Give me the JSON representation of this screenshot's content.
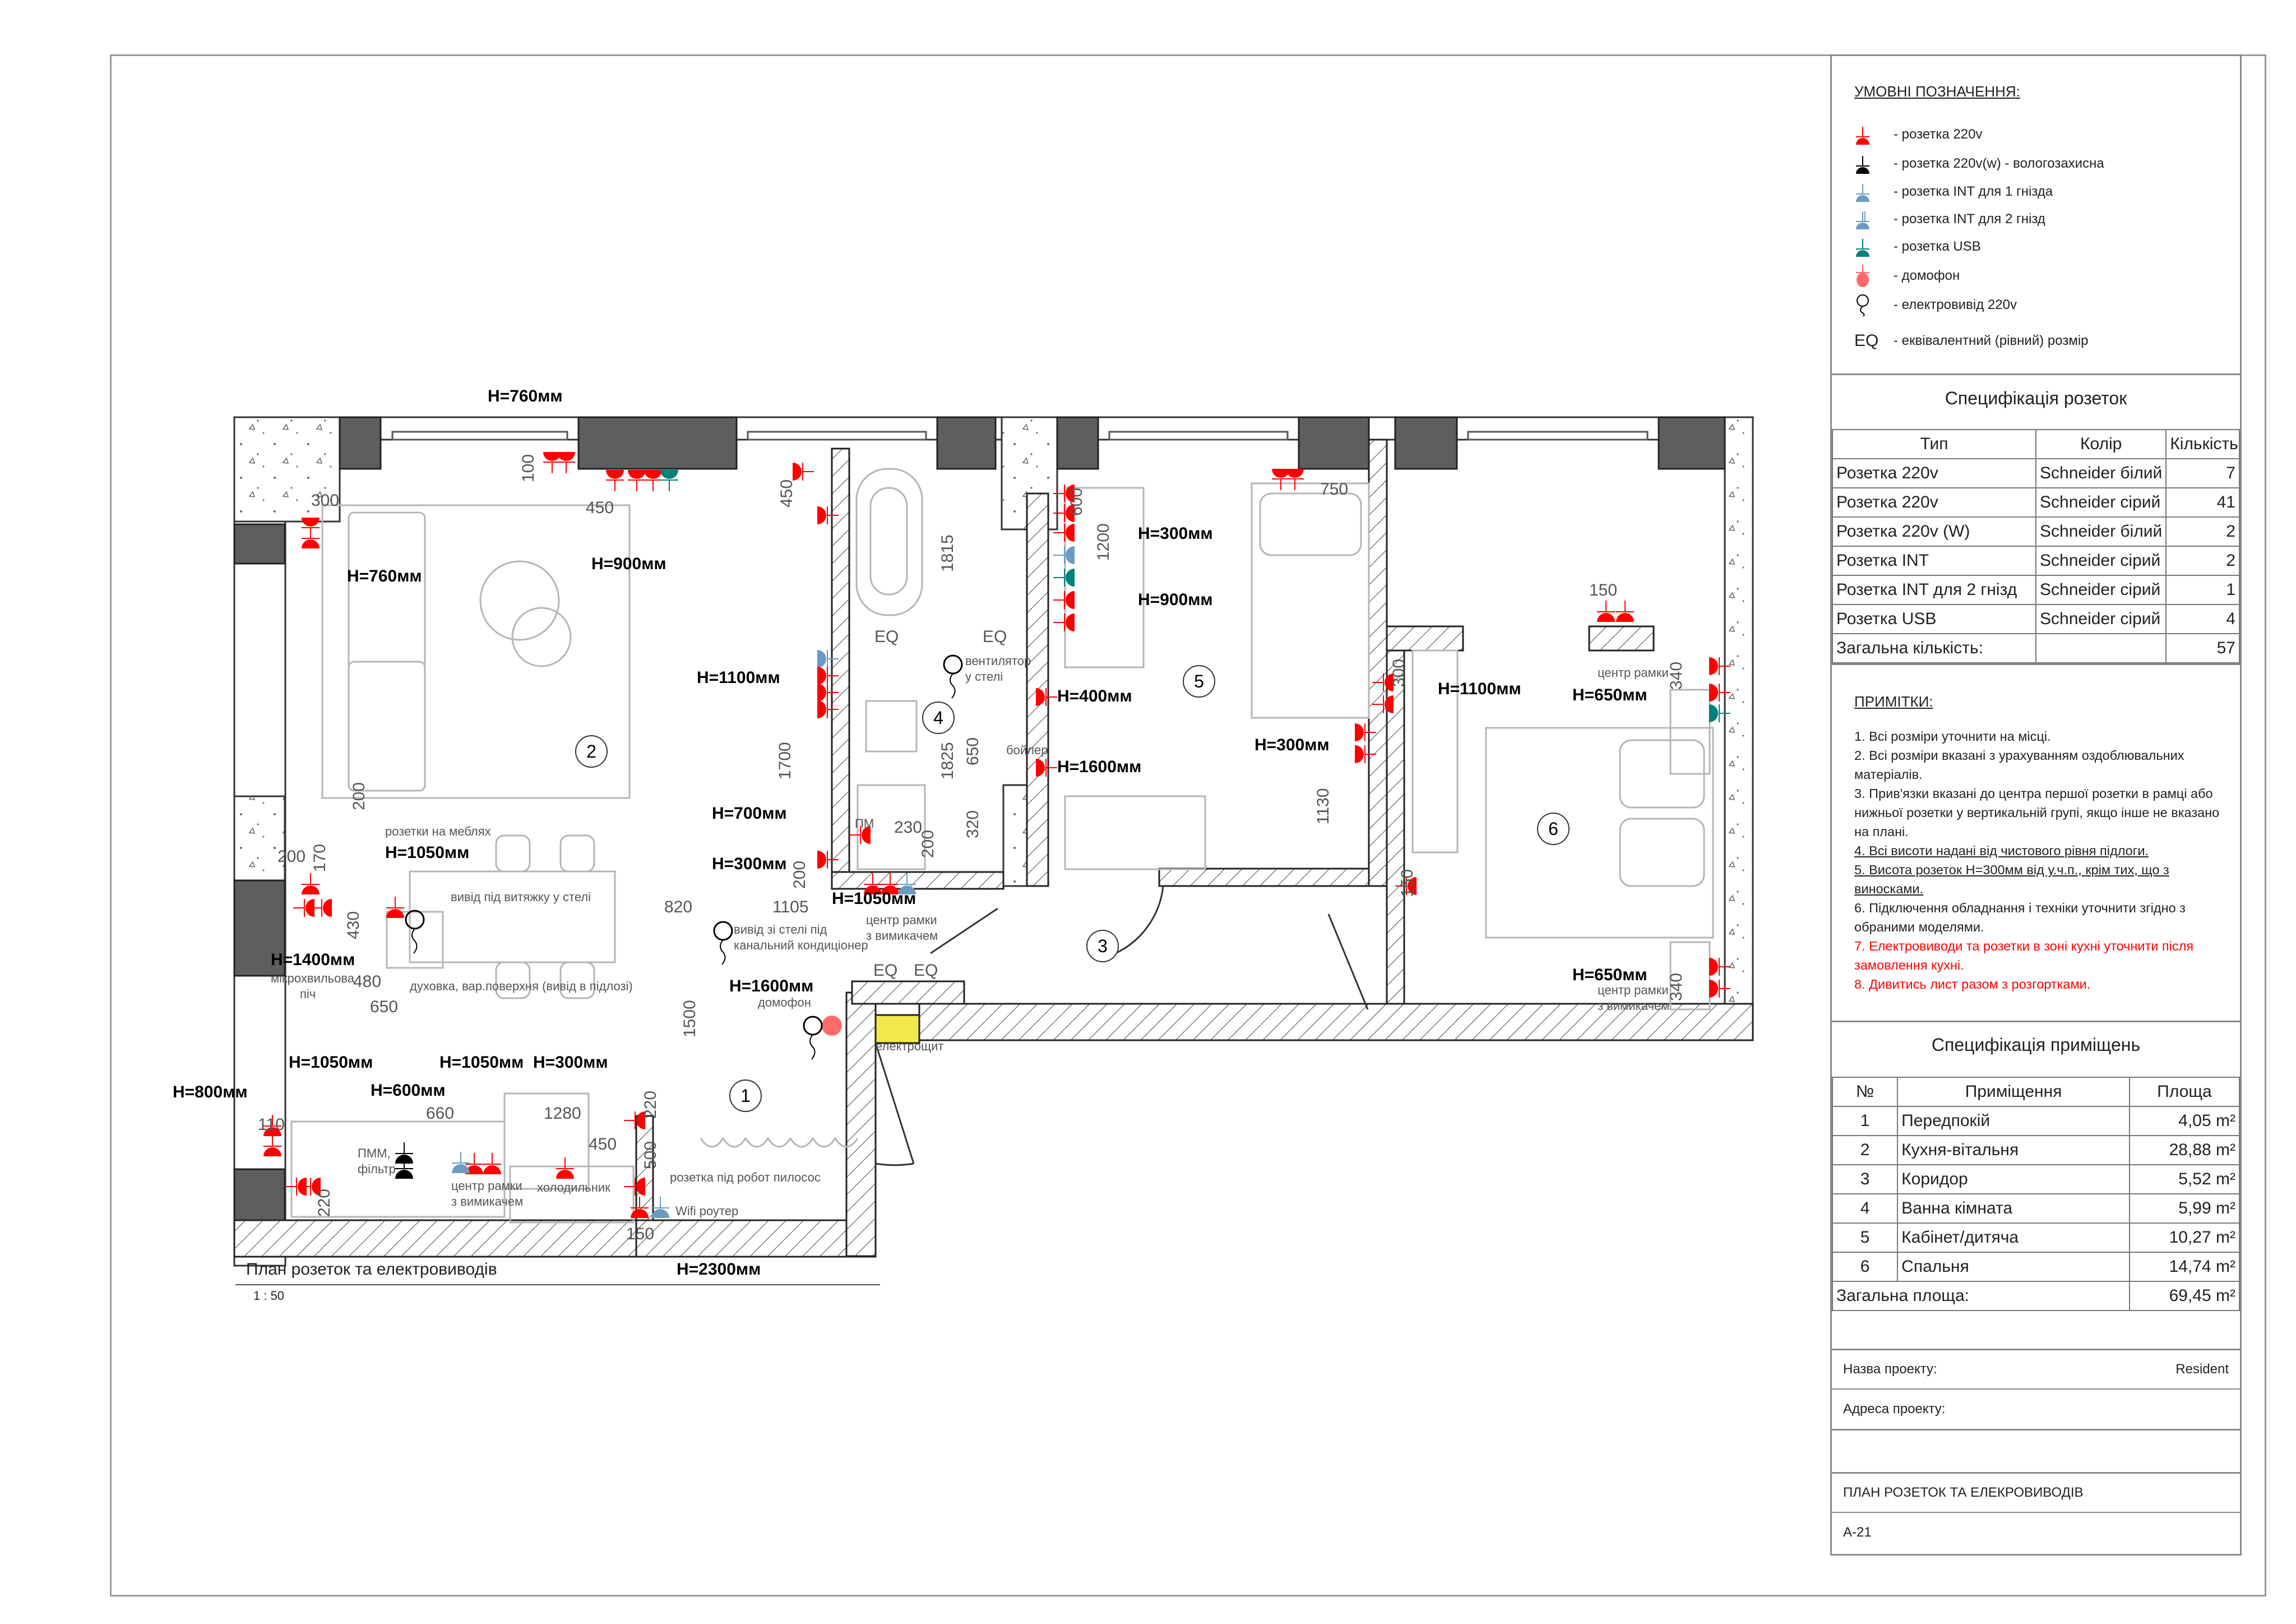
{
  "legend": {
    "title": "УМОВНІ ПОЗНАЧЕННЯ:",
    "items": [
      {
        "icon": "socket-220v-icon",
        "color": "#ff0000",
        "label": "- розетка 220v"
      },
      {
        "icon": "socket-220v-waterproof-icon",
        "color": "#000000",
        "label": "- розетка 220v(w) - вологозахисна"
      },
      {
        "icon": "socket-int-1-icon",
        "color": "#6b9bc3",
        "label": "- розетка INT для 1 гнізда"
      },
      {
        "icon": "socket-int-2-icon",
        "color": "#6b9bc3",
        "label": "- розетка INT для 2 гнізд"
      },
      {
        "icon": "socket-usb-icon",
        "color": "#00807a",
        "label": "- розетка USB"
      },
      {
        "icon": "intercom-icon",
        "color": "#ff6b6b",
        "label": "- домофон"
      },
      {
        "icon": "electrical-outlet-220v-icon",
        "color": "#000000",
        "label": "- електровивід 220v"
      },
      {
        "icon": "eq-symbol",
        "color": "#000000",
        "symbol": "EQ",
        "label": "- еквівалентний (рівний) розмір"
      }
    ]
  },
  "socket_spec": {
    "title": "Специфікація розеток",
    "headers": [
      "Тип",
      "Колір",
      "Кількість"
    ],
    "rows": [
      [
        "Розетка 220v",
        "Schneider білий",
        "7"
      ],
      [
        "Розетка 220v",
        "Schneider сірий",
        "41"
      ],
      [
        "Розетка 220v (W)",
        "Schneider білий",
        "2"
      ],
      [
        "Розетка INT",
        "Schneider сірий",
        "2"
      ],
      [
        "Розетка INT для 2 гнізд",
        "Schneider сірий",
        "1"
      ],
      [
        "Розетка USB",
        "Schneider сірий",
        "4"
      ]
    ],
    "total_label": "Загальна кількість:",
    "total_value": "57"
  },
  "notes": {
    "title": "ПРИМІТКИ:",
    "items": [
      {
        "text": "1. Всі розміри уточнити на місці.",
        "style": ""
      },
      {
        "text": "2. Всі розміри вказані з урахуванням оздоблювальних матеріалів.",
        "style": ""
      },
      {
        "text": "3. Прив'язки вказані до центра першої розетки в рамці або нижньої розетки у вертикальній групі, якщо інше не вказано на плані.",
        "style": ""
      },
      {
        "text": "4. Всі висоти надані від чистового рівня підлоги.",
        "style": "u"
      },
      {
        "text": "5. Висота розеток H=300мм від у.ч.п., крім тих, що з виносками.",
        "style": "u"
      },
      {
        "text": "6. Підключення обладнання і техніки уточнити згідно з обраними моделями.",
        "style": ""
      },
      {
        "text": "7. Електровиводи та розетки в зоні кухні уточнити після замовлення кухні.",
        "style": "r"
      },
      {
        "text": "8. Дивитись лист разом з розгортками.",
        "style": "r"
      }
    ]
  },
  "room_spec": {
    "title": "Специфікація приміщень",
    "headers": [
      "№",
      "Приміщення",
      "Площа"
    ],
    "rows": [
      [
        "1",
        "Передпокій",
        "4,05 m²"
      ],
      [
        "2",
        "Кухня-вітальня",
        "28,88 m²"
      ],
      [
        "3",
        "Коридор",
        "5,52 m²"
      ],
      [
        "4",
        "Ванна кімната",
        "5,99 m²"
      ],
      [
        "5",
        "Кабінет/дитяча",
        "10,27 m²"
      ],
      [
        "6",
        "Спальня",
        "14,74 m²"
      ]
    ],
    "total_label": "Загальна площа:",
    "total_value": "69,45 m²"
  },
  "title_block": {
    "project_name_label": "Назва проекту:",
    "project_name_value": "Resident",
    "address_label": "Адреса проекту:",
    "sheet_title": "ПЛАН РОЗЕТОК ТА ЕЛЕКРОВИВОДІВ",
    "sheet_number": "А-21"
  },
  "plan": {
    "title": "План розеток та електровиводів",
    "scale": "1 : 50",
    "rooms": [
      "1",
      "2",
      "3",
      "4",
      "5",
      "6"
    ],
    "annotations": [
      "H=760мм",
      "H=760мм",
      "H=900мм",
      "H=1100мм",
      "H=700мм",
      "H=300мм",
      "H=1050мм",
      "центр рамки",
      "з вимикачем",
      "розетки на меблях",
      "H=1050мм",
      "вивід під витяжку у стелі",
      "H=1400мм",
      "мікрохвильова",
      "піч",
      "480",
      "650",
      "духовка, вар.поверхня (вивід в підлозі)",
      "820",
      "1105",
      "вивід зі стелі під",
      "канальний кондиціонер",
      "H=1600мм",
      "домофон",
      "1500",
      "EQ",
      "EQ",
      "електрощит",
      "H=1050мм",
      "H=600мм",
      "H=1050мм",
      "H=300мм",
      "H=800мм",
      "660",
      "1280",
      "450",
      "110",
      "220",
      "220",
      "500",
      "150",
      "ПММ,",
      "фільтр",
      "центр рамки",
      "з вимикачем",
      "холодильник",
      "розетка під робот пилосос",
      "Wifi роутер",
      "H=2300мм",
      "H=300мм",
      "H=900мм",
      "H=400мм",
      "H=1600мм",
      "H=300мм",
      "H=1100мм",
      "центр рамки",
      "H=650мм",
      "H=650мм",
      "центр рамки",
      "з вимикачем",
      "750",
      "1200",
      "600",
      "1815",
      "1825",
      "650",
      "320",
      "1700",
      "200",
      "230",
      "200",
      "ПМ",
      "бойлер",
      "вентилятор",
      "у стелі",
      "EQ",
      "EQ",
      "1130",
      "300",
      "150",
      "340",
      "340",
      "150",
      "450",
      "100",
      "300",
      "450",
      "200",
      "200",
      "170",
      "430"
    ]
  },
  "colors": {
    "socket_220": "#ff0000",
    "socket_w": "#000000",
    "socket_int": "#6b9bc3",
    "socket_usb": "#00807a",
    "intercom": "#ff6b6b",
    "shield": "#f2e84a",
    "wall_dark": "#5e5e5e"
  }
}
